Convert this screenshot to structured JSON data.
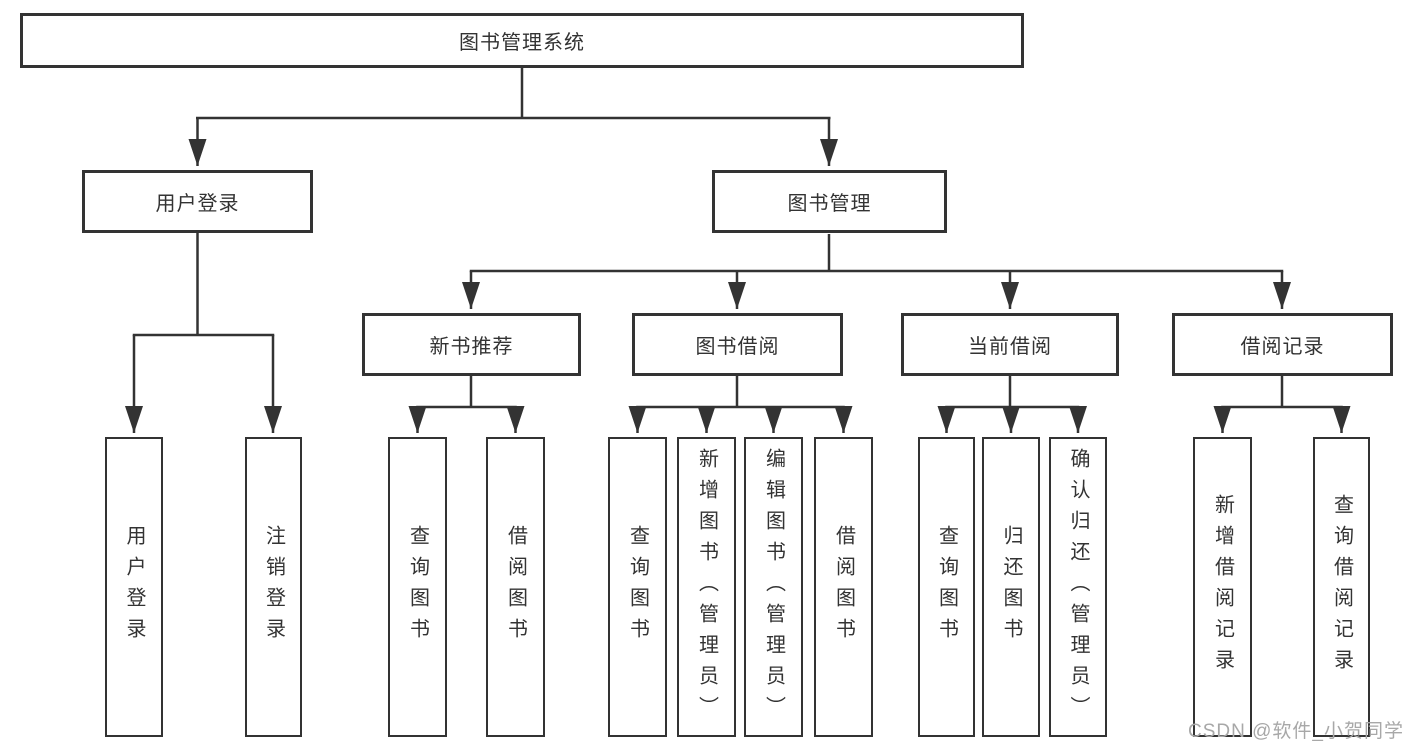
{
  "diagram": {
    "type": "hierarchy-structure-chart",
    "root": {
      "label": "图书管理系统"
    },
    "level1": [
      {
        "label": "用户登录",
        "leaves": [
          "用户登录",
          "注销登录"
        ]
      },
      {
        "label": "图书管理",
        "children": [
          {
            "label": "新书推荐",
            "leaves": [
              "查询图书",
              "借阅图书"
            ]
          },
          {
            "label": "图书借阅",
            "leaves": [
              "查询图书",
              "新增图书（管理员）",
              "编辑图书（管理员）",
              "借阅图书"
            ]
          },
          {
            "label": "当前借阅",
            "leaves": [
              "查询图书",
              "归还图书",
              "确认归还（管理员）"
            ]
          },
          {
            "label": "借阅记录",
            "leaves": [
              "新增借阅记录",
              "查询借阅记录"
            ]
          }
        ]
      }
    ],
    "colors": {
      "line": "#333333",
      "box_border": "#333333",
      "box_background": "#ffffff",
      "text": "#333333",
      "watermark": "#a8a8a8"
    }
  },
  "watermark": "CSDN @软件_小贺同学"
}
